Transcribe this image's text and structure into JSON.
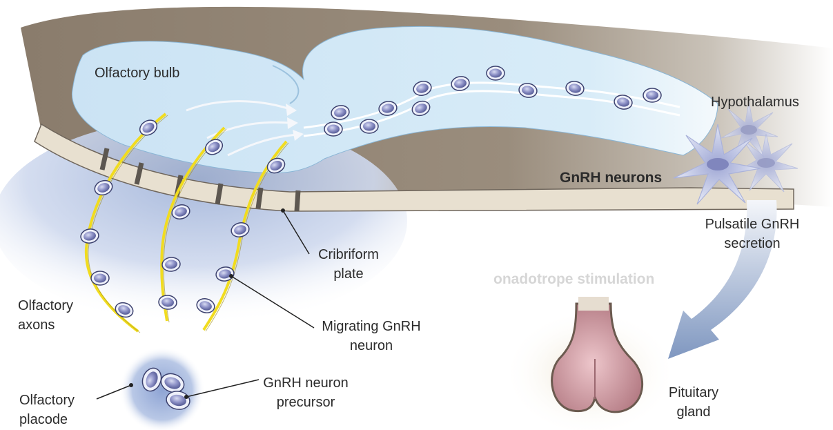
{
  "labels": {
    "olfactory_bulb": "Olfactory bulb",
    "hypothalamus": "Hypothalamus",
    "gnrh_neurons": "GnRH neurons",
    "pulsatile_line1": "Pulsatile GnRH",
    "pulsatile_line2": "secretion",
    "cribriform_line1": "Cribriform",
    "cribriform_line2": "plate",
    "axons_line1": "Olfactory",
    "axons_line2": "axons",
    "migrating_line1": "Migrating GnRH",
    "migrating_line2": "neuron",
    "placode_line1": "Olfactory",
    "placode_line2": "placode",
    "precursor_line1": "GnRH neuron",
    "precursor_line2": "precursor",
    "pituitary_line1": "Pituitary",
    "pituitary_line2": "gland",
    "faded_text": "onadotrope stimulation"
  },
  "colors": {
    "brain_brown": "#8e8070",
    "bulb_blue": "#cfe6f5",
    "bone": "#e8e0d0",
    "axon_yellow": "#f1dc1f",
    "neuron_fill": "#8c90c4",
    "arrow_blue": "#8aa1c6",
    "pituitary_pink": "#d7a3aa"
  }
}
